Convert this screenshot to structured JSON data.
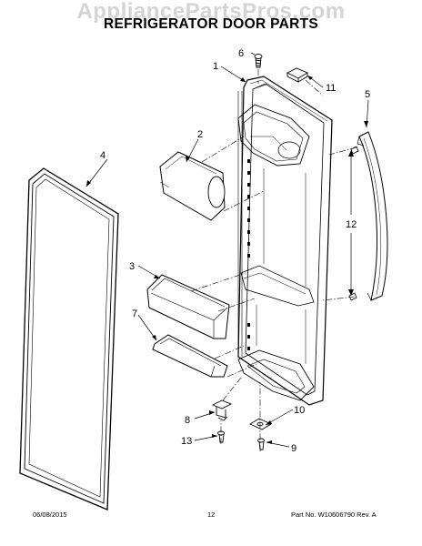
{
  "watermark": "AppliancePartsPros.com",
  "title": "REFRIGERATOR DOOR PARTS",
  "callouts": {
    "c1": "1",
    "c2": "2",
    "c3": "3",
    "c4": "4",
    "c5": "5",
    "c6": "6",
    "c7": "7",
    "c8": "8",
    "c9": "9",
    "c10": "10",
    "c11": "11",
    "c12": "12",
    "c13": "13"
  },
  "footer": {
    "date": "06/08/2015",
    "page": "12",
    "part": "Part No. W10606790 Rev. A"
  }
}
